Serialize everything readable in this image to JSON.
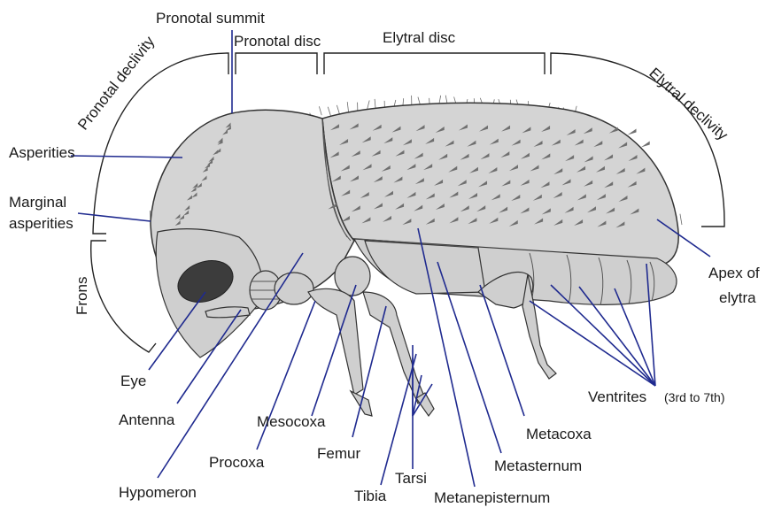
{
  "labels": {
    "pronotal_summit": "Pronotal summit",
    "pronotal_disc": "Pronotal disc",
    "elytral_disc": "Elytral disc",
    "pronotal_declivity": "Pronotal declivity",
    "elytral_declivity": "Elytral declivity",
    "asperities": "Asperities",
    "marginal_asperities_1": "Marginal",
    "marginal_asperities_2": "asperities",
    "frons": "Frons",
    "eye": "Eye",
    "antenna": "Antenna",
    "hypomeron": "Hypomeron",
    "procoxa": "Procoxa",
    "mesocoxa": "Mesocoxa",
    "femur": "Femur",
    "tibia": "Tibia",
    "tarsi": "Tarsi",
    "metanepisternum": "Metanepisternum",
    "metasternum": "Metasternum",
    "metacoxa": "Metacoxa",
    "ventrites": "Ventrites",
    "ventrites_range": "(3rd to 7th)",
    "apex_of_elytra_1": "Apex of",
    "apex_of_elytra_2": "elytra"
  },
  "colors": {
    "leader_line": "#1f2a8f",
    "body": "#d4d4d4",
    "eye": "#3c3c3c",
    "spines": "#6f6f6f"
  }
}
